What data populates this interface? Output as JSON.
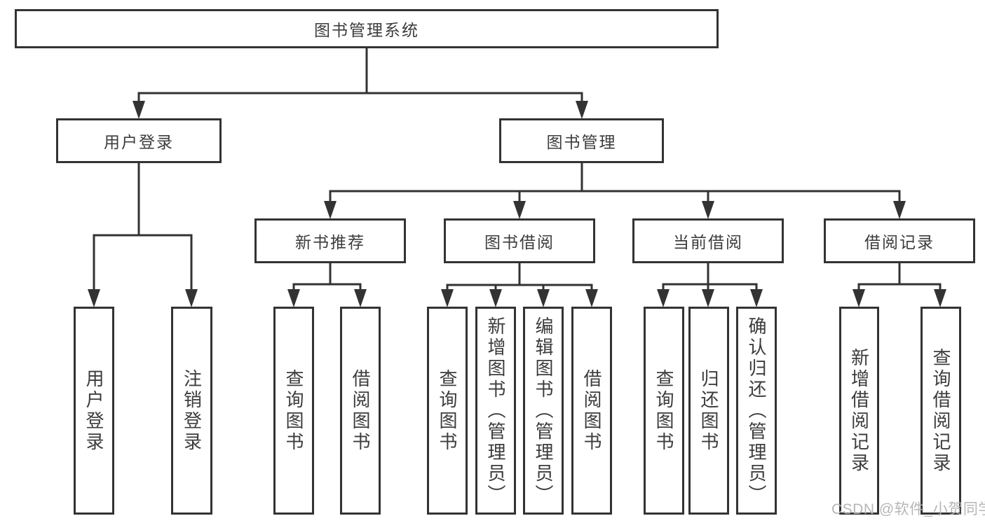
{
  "diagram": {
    "root": {
      "label": "图书管理系统"
    },
    "user_login": {
      "label": "用户登录",
      "children": [
        {
          "label": "用户登录"
        },
        {
          "label": "注销登录"
        }
      ]
    },
    "book_management": {
      "label": "图书管理",
      "groups": [
        {
          "label": "新书推荐",
          "children": [
            {
              "label": "查询图书"
            },
            {
              "label": "借阅图书"
            }
          ]
        },
        {
          "label": "图书借阅",
          "children": [
            {
              "label": "查询图书"
            },
            {
              "label": "新增图书（管理员）"
            },
            {
              "label": "编辑图书（管理员）"
            },
            {
              "label": "借阅图书"
            }
          ]
        },
        {
          "label": "当前借阅",
          "children": [
            {
              "label": "查询图书"
            },
            {
              "label": "归还图书"
            },
            {
              "label": "确认归还（管理员）"
            }
          ]
        },
        {
          "label": "借阅记录",
          "children": [
            {
              "label": "新增借阅记录"
            },
            {
              "label": "查询借阅记录"
            }
          ]
        }
      ]
    }
  },
  "watermark": {
    "text": "CSDN @软件_小贺同学"
  },
  "colors": {
    "line": "#333333",
    "text": "#3c3c3c",
    "background": "#ffffff",
    "watermark": "#b2b2b2"
  }
}
